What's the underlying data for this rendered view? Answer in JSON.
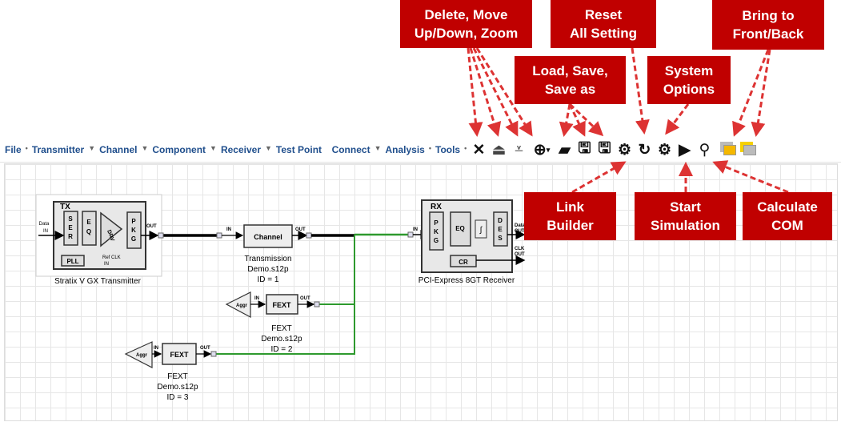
{
  "menu": [
    "File",
    "Transmitter",
    "Channel",
    "Component",
    "Receiver",
    "Test Point",
    "Connect",
    "Analysis",
    "Tools"
  ],
  "toolbar_icons": [
    "delete-icon",
    "move-up-icon",
    "move-down-icon",
    "zoom-icon",
    "load-icon",
    "save-icon",
    "save-as-icon",
    "link-builder-icon",
    "reset-icon",
    "system-options-icon",
    "start-simulation-icon",
    "calculate-com-icon",
    "bring-to-front-icon",
    "send-to-back-icon"
  ],
  "callouts": {
    "delete": [
      "Delete, Move",
      "Up/Down,  Zoom"
    ],
    "reset": [
      "Reset",
      "All Setting"
    ],
    "bring": [
      "Bring to",
      "Front/Back"
    ],
    "load": [
      "Load, Save,",
      "Save as"
    ],
    "system": [
      "System",
      "Options"
    ],
    "link": [
      "Link",
      "Builder"
    ],
    "start": [
      "Start",
      "Simulation"
    ],
    "com": [
      "Calculate",
      "COM"
    ]
  },
  "diagram": {
    "tx": {
      "title": "TX",
      "blocks": [
        "S",
        "E",
        "R",
        "E",
        "Q",
        "DRV",
        "P",
        "K",
        "G",
        "PLL"
      ],
      "data_in": [
        "Data",
        "IN"
      ],
      "ref_clk": [
        "Ref CLK",
        "IN"
      ],
      "out": "OUT",
      "label": "Stratix V GX Transmitter"
    },
    "channel": {
      "in": "IN",
      "name": "Channel",
      "out": "OUT",
      "label": [
        "Transmission",
        "Demo.s12p",
        "ID = 1"
      ]
    },
    "fext2": {
      "aggr": "Aggr",
      "in": "IN",
      "name": "FEXT",
      "out": "OUT",
      "label": [
        "FEXT",
        "Demo.s12p",
        "ID = 2"
      ]
    },
    "fext3": {
      "aggr": "Aggr",
      "in": "IN",
      "name": "FEXT",
      "out": "OUT",
      "label": [
        "FEXT",
        "Demo.s12p",
        "ID = 3"
      ]
    },
    "rx": {
      "title": "RX",
      "in": "IN",
      "blocks": [
        "P",
        "K",
        "G",
        "EQ",
        "D",
        "E",
        "S",
        "CR"
      ],
      "data_out": [
        "Data",
        "OUT"
      ],
      "clk_out": [
        "CLK",
        "OUT"
      ],
      "label": "PCI-Express 8GT Receiver"
    }
  },
  "colors": {
    "callout": "#c00000",
    "menu": "#1f4e8c",
    "green_link": "#2e9a2e"
  }
}
